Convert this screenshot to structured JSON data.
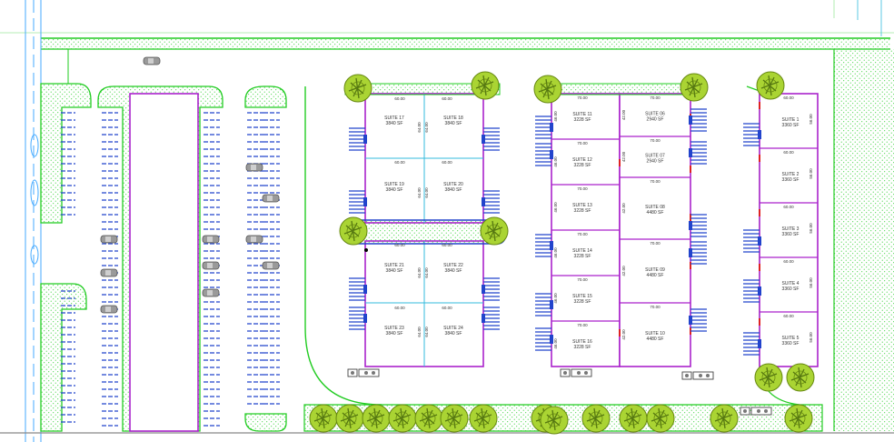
{
  "colors": {
    "landscape": "#22cc22",
    "parking": "#2244cc",
    "building": "#aa22cc",
    "interior": "#33bbdd",
    "tree": "#99cc22",
    "tree_dark": "#558811",
    "text": "#333333"
  },
  "buildings": {
    "a": {
      "suites": [
        {
          "name": "SUITE 17",
          "area": "3840 SF"
        },
        {
          "name": "SUITE 18",
          "area": "3840 SF"
        },
        {
          "name": "SUITE 19",
          "area": "3840 SF"
        },
        {
          "name": "SUITE 20",
          "area": "3840 SF"
        },
        {
          "name": "SUITE 21",
          "area": "3840 SF"
        },
        {
          "name": "SUITE 22",
          "area": "3840 SF"
        },
        {
          "name": "SUITE 23",
          "area": "3840 SF"
        },
        {
          "name": "SUITE 24",
          "area": "3840 SF"
        }
      ],
      "width_dim": "60.00",
      "depth_dim": "64.00"
    },
    "b": {
      "left_suites": [
        {
          "name": "SUITE 11",
          "area": "3228 SF"
        },
        {
          "name": "SUITE 12",
          "area": "3228 SF"
        },
        {
          "name": "SUITE 13",
          "area": "3228 SF"
        },
        {
          "name": "SUITE 14",
          "area": "3228 SF"
        },
        {
          "name": "SUITE 15",
          "area": "3228 SF"
        },
        {
          "name": "SUITE 16",
          "area": "3228 SF"
        }
      ],
      "right_suites": [
        {
          "name": "SUITE 06",
          "area": "2940 SF"
        },
        {
          "name": "SUITE 07",
          "area": "2940 SF"
        },
        {
          "name": "SUITE 08",
          "area": "4480 SF"
        },
        {
          "name": "SUITE 09",
          "area": "4480 SF"
        },
        {
          "name": "SUITE 10",
          "area": "4480 SF"
        }
      ],
      "width_dim": "70.00",
      "depth_dim_left": "46.00",
      "depth_dim_right": "42.00"
    },
    "c": {
      "suites": [
        {
          "name": "SUITE 1",
          "area": "3360 SF"
        },
        {
          "name": "SUITE 2",
          "area": "3360 SF"
        },
        {
          "name": "SUITE 3",
          "area": "3360 SF"
        },
        {
          "name": "SUITE 4",
          "area": "3360 SF"
        },
        {
          "name": "SUITE 5",
          "area": "3360 SF"
        }
      ],
      "width_dim": "60.00",
      "depth_dim": "56.00"
    }
  }
}
